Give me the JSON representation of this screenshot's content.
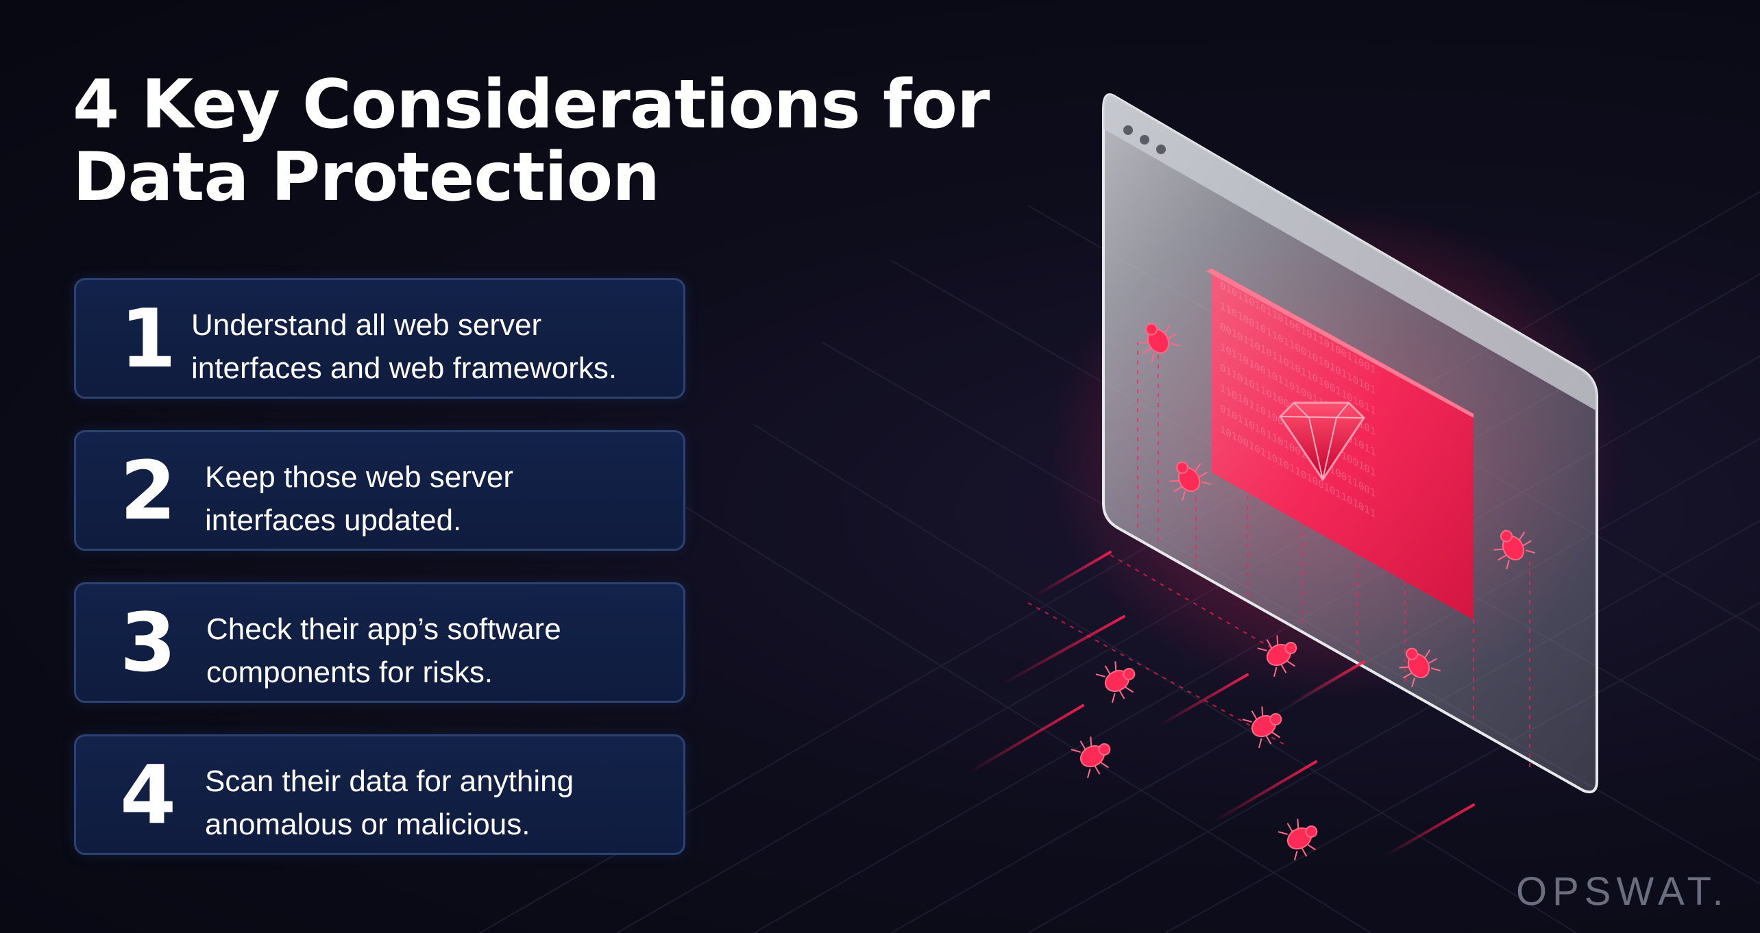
{
  "title": {
    "line1": "4 Key Considerations for",
    "line2": "Data Protection"
  },
  "considerations": [
    {
      "number": "1",
      "line1": "Understand all web server",
      "line2": "interfaces and web frameworks."
    },
    {
      "number": "2",
      "line1": "Keep those web server",
      "line2": "interfaces updated."
    },
    {
      "number": "3",
      "line1": "Check their app’s software",
      "line2": "components for risks."
    },
    {
      "number": "4",
      "line1": "Scan their data for anything",
      "line2": "anomalous or malicious."
    }
  ],
  "logo": {
    "text": "OPSWAT."
  },
  "illustration": {
    "icons": [
      "browser-window-icon",
      "ruby-gem-icon",
      "bug-icon"
    ],
    "colors": {
      "accent": "#ff1f4f",
      "glass": "#b8bcc4",
      "card_fill": "#13224a",
      "card_border": "#2c4272"
    }
  }
}
